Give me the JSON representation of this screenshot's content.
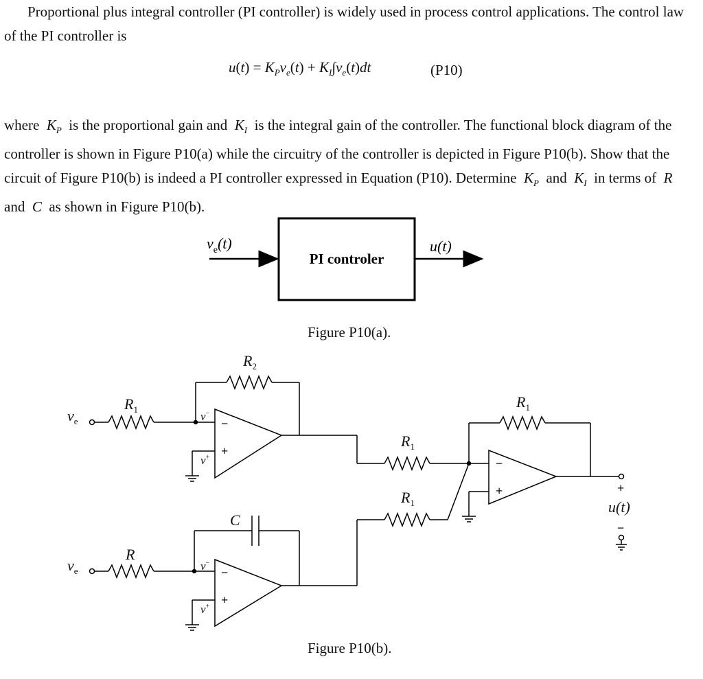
{
  "intro": {
    "text": "Proportional plus integral controller (PI controller) is widely used in process control applications. The control law of the PI controller is"
  },
  "equation": {
    "tag": "(P10)"
  },
  "body": {
    "w1": "where",
    "w2": "is the proportional gain and",
    "w3": "is the integral gain of the controller. The functional block diagram of the controller is shown in Figure P10(a) while the circuitry of the controller is depicted in Figure P10(b). Show that the circuit of Figure P10(b) is indeed a PI controller expressed in Equation (P10). Determine",
    "w4": "and",
    "w5": "in terms of",
    "w6": "and",
    "w7": "as shown in Figure P10(b).",
    "R": "R",
    "C": "C"
  },
  "figure_a": {
    "block_label": "PI controler",
    "input_label": "v_e(t)",
    "output_label": "u(t)",
    "caption": "Figure P10(a)."
  },
  "figure_b": {
    "caption": "Figure P10(b).",
    "r1": "R",
    "r1_sub": "1",
    "r2": "R",
    "r2_sub": "2",
    "r": "R",
    "c": "C",
    "ve": "v",
    "ve_sub": "e",
    "vminus": "v",
    "vplus": "v",
    "out": "u(t)",
    "plus": "+",
    "minus": "−"
  }
}
